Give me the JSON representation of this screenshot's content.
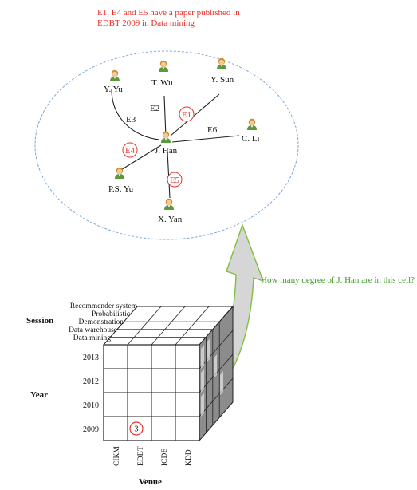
{
  "caption": {
    "line1": "E1, E4 and E5 have a paper published in",
    "line2": "EDBT 2009 in Data mining"
  },
  "colors": {
    "accent_red": "#e8302a",
    "question_green": "#3b9b22",
    "arrow_fill": "#d6d6d6",
    "arrow_stroke": "#7fbf3f",
    "ellipse_stroke": "#7fa7d8"
  },
  "graph": {
    "icon": "person-icon",
    "nodes": {
      "center": "J. Han",
      "yyu": "Y. Yu",
      "twu": "T. Wu",
      "ysun": "Y. Sun",
      "cli": "C. Li",
      "psyu": "P.S. Yu",
      "xyan": "X. Yan"
    },
    "edges": {
      "e1": "E1",
      "e2": "E2",
      "e3": "E3",
      "e4": "E4",
      "e5": "E5",
      "e6": "E6"
    }
  },
  "question": "How many degree of J. Han are in this cell?",
  "cube": {
    "session_label": "Session",
    "year_label": "Year",
    "venue_label": "Venue",
    "sessions": [
      "Recommender system",
      "Probabilistic",
      "Demonstration",
      "Data warehouse",
      "Data mining"
    ],
    "years": [
      "2013",
      "2012",
      "2010",
      "2009"
    ],
    "venues": [
      "CIKM",
      "EDBT",
      "ICDE",
      "KDD"
    ],
    "highlight_value": "3"
  }
}
